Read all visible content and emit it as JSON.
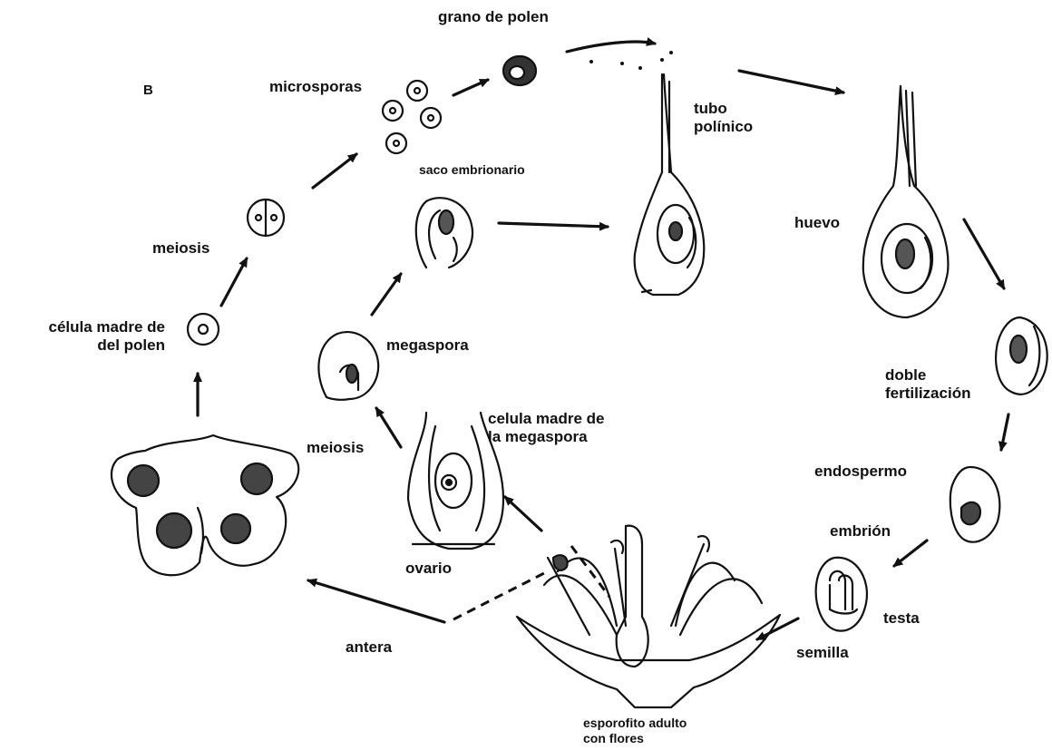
{
  "figure": {
    "panel_tag": "B"
  },
  "labels": {
    "grano_polen": "grano de polen",
    "microsporas": "microsporas",
    "tubo_polinico": [
      "tubo",
      "polínico"
    ],
    "saco_embrionario": "saco embrionario",
    "meiosis_top": "meiosis",
    "celula_madre_polen": [
      "célula madre de",
      "del polen"
    ],
    "huevo": "huevo",
    "megaspora": "megaspora",
    "doble_fertilizacion": [
      "doble",
      "fertilización"
    ],
    "celula_madre_megaspora": [
      "celula madre de",
      "la megaspora"
    ],
    "meiosis_mid": "meiosis",
    "endospermo": "endospermo",
    "embrion": "embrión",
    "ovario": "ovario",
    "testa": "testa",
    "semilla": "semilla",
    "antera": "antera",
    "esporofito": [
      "esporofito adulto",
      "con flores"
    ]
  }
}
